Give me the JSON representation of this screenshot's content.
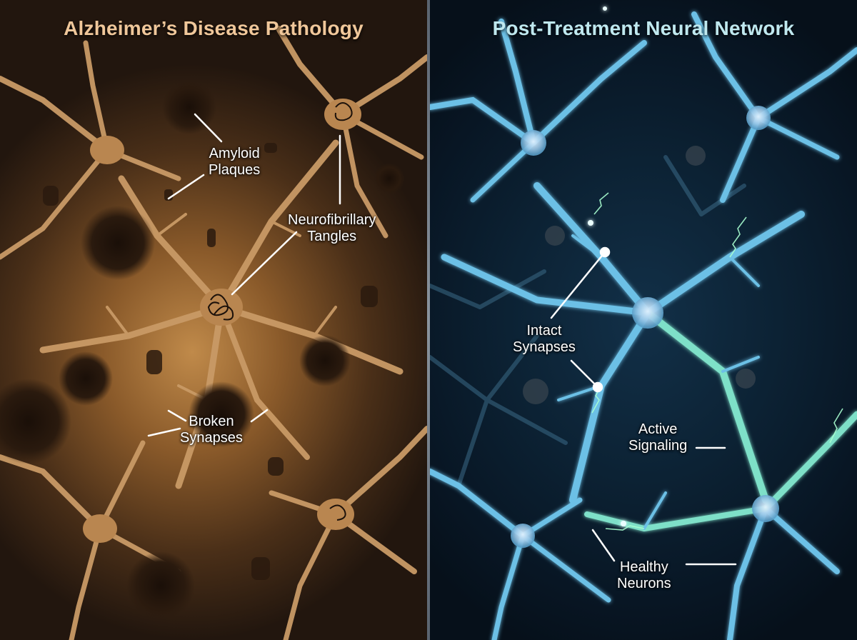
{
  "left_panel": {
    "title": "Alzheimer’s Disease Pathology",
    "accent_color": "#f0c79a",
    "labels": {
      "amyloid": {
        "line1": "Amyloid",
        "line2": "Plaques"
      },
      "tangles": {
        "line1": "Neurofibrillary",
        "line2": "Tangles"
      },
      "broken": {
        "line1": "Broken",
        "line2": "Synapses"
      }
    }
  },
  "right_panel": {
    "title": "Post-Treatment Neural Network",
    "accent_color": "#bfe8ef",
    "labels": {
      "intact": {
        "line1": "Intact",
        "line2": "Synapses"
      },
      "active": {
        "line1": "Active",
        "line2": "Signaling"
      },
      "healthy": {
        "line1": "Healthy",
        "line2": "Neurons"
      }
    }
  }
}
